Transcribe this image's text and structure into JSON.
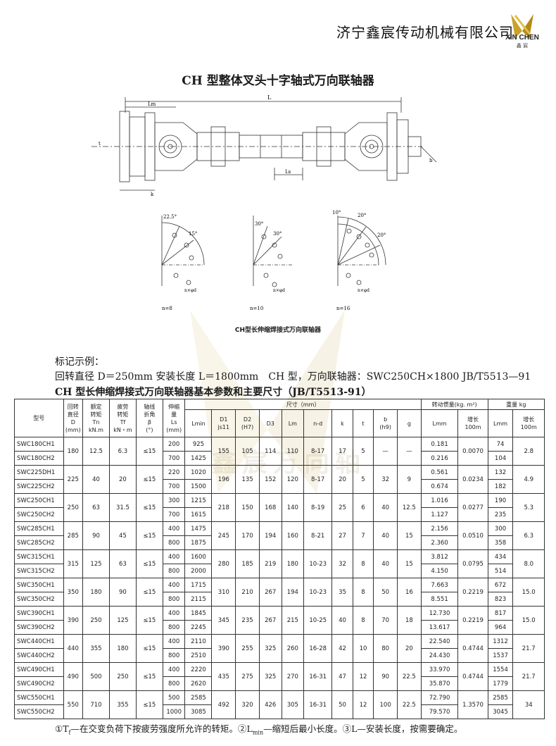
{
  "header": {
    "company": "济宁鑫宸传动机械有限公司",
    "logo_text": "XIN CHEN",
    "logo_sub": "鑫 宸",
    "brand_color": "#c9a227"
  },
  "title": "CH 型整体叉头十字轴式万向联轴器",
  "figure_caption": "CH型长伸缩焊接式万向联轴器",
  "drawing_labels": {
    "L": "L",
    "Lm": "Lm",
    "Ls": "Ls",
    "k": "k",
    "t": "t",
    "b": "b",
    "n8": "n=8",
    "n10": "n=10",
    "n16": "n=16",
    "ang1": "22.5°",
    "ang2": "15°",
    "ang3": "30°",
    "ang4": "30°",
    "ang5": "10°",
    "ang6": "20°",
    "ang7": "20°",
    "holes": "n×φd"
  },
  "marking": {
    "label": "标记示例：",
    "text": "回转直径 D＝250mm 安装长度 L＝1800mm　CH 型，万向联轴器：SWC250CH×1800 JB/T5513—91"
  },
  "table_title": "CH 型长伸缩焊接式万向联轴器基本参数和主要尺寸（JB/T5513-91）",
  "table": {
    "headers": {
      "model": "型号",
      "D": [
        "回转",
        "直径",
        "D",
        "(mm)"
      ],
      "Tn": [
        "额定",
        "转矩",
        "Tn",
        "kN.m"
      ],
      "Tf": [
        "疲劳",
        "转矩",
        "Tf",
        "kN・m"
      ],
      "beta": [
        "轴线",
        "折角",
        "β",
        "(°)"
      ],
      "Ls": [
        "伸缩",
        "量",
        "Ls",
        "(mm)"
      ],
      "dims": "尺寸（mm）",
      "Lmin": "Lmin",
      "D1": [
        "D1",
        "js11"
      ],
      "D2": [
        "D2",
        "(H7)"
      ],
      "D3": "D3",
      "Lm": "Lm",
      "nd": "n-d",
      "k": "k",
      "t": "t",
      "b": [
        "b",
        "(h9)"
      ],
      "g": "g",
      "inertia": "转动惯量(kg. m²)",
      "inertia_Lmm": "Lmm",
      "inertia_inc": [
        "增长",
        "100m"
      ],
      "weight": "重量 kg",
      "weight_Lmm": "Lmm",
      "weight_inc": [
        "增长",
        "100m"
      ]
    },
    "groups": [
      {
        "D": "180",
        "Tn": "12.5",
        "Tf": "6.3",
        "beta": "≤15",
        "D1": "155",
        "D2": "105",
        "D3": "114",
        "Lm": "110",
        "nd": "8-17",
        "k": "17",
        "t": "5",
        "b": "—",
        "g": "—",
        "inertia_inc": "0.0070",
        "weight_inc": "2.8",
        "rows": [
          {
            "model": "SWC180CH1",
            "Ls": "200",
            "Lmin": "925",
            "inertia": "0.181",
            "weight": "74"
          },
          {
            "model": "SWC180CH2",
            "Ls": "700",
            "Lmin": "1425",
            "inertia": "0.216",
            "weight": "104"
          }
        ]
      },
      {
        "D": "225",
        "Tn": "40",
        "Tf": "20",
        "beta": "≤15",
        "D1": "196",
        "D2": "135",
        "D3": "152",
        "Lm": "120",
        "nd": "8-17",
        "k": "20",
        "t": "5",
        "b": "32",
        "g": "9",
        "inertia_inc": "0.0234",
        "weight_inc": "4.9",
        "rows": [
          {
            "model": "SWC225DH1",
            "Ls": "220",
            "Lmin": "1020",
            "inertia": "0.561",
            "weight": "132"
          },
          {
            "model": "SWC225CH2",
            "Ls": "700",
            "Lmin": "1500",
            "inertia": "0.674",
            "weight": "182"
          }
        ]
      },
      {
        "D": "250",
        "Tn": "63",
        "Tf": "31.5",
        "beta": "≤15",
        "D1": "218",
        "D2": "150",
        "D3": "168",
        "Lm": "140",
        "nd": "8-19",
        "k": "25",
        "t": "6",
        "b": "40",
        "g": "12.5",
        "inertia_inc": "0.0277",
        "weight_inc": "5.3",
        "rows": [
          {
            "model": "SWC250CH1",
            "Ls": "300",
            "Lmin": "1215",
            "inertia": "1.016",
            "weight": "190"
          },
          {
            "model": "SWC250CH2",
            "Ls": "700",
            "Lmin": "1615",
            "inertia": "1.127",
            "weight": "235"
          }
        ]
      },
      {
        "D": "285",
        "Tn": "90",
        "Tf": "45",
        "beta": "≤15",
        "D1": "245",
        "D2": "170",
        "D3": "194",
        "Lm": "160",
        "nd": "8-21",
        "k": "27",
        "t": "7",
        "b": "40",
        "g": "15",
        "inertia_inc": "0.0510",
        "weight_inc": "6.3",
        "rows": [
          {
            "model": "SWC285CH1",
            "Ls": "400",
            "Lmin": "1475",
            "inertia": "2.156",
            "weight": "300"
          },
          {
            "model": "SWC285CH2",
            "Ls": "800",
            "Lmin": "1875",
            "inertia": "2.360",
            "weight": "358"
          }
        ]
      },
      {
        "D": "315",
        "Tn": "125",
        "Tf": "63",
        "beta": "≤15",
        "D1": "280",
        "D2": "185",
        "D3": "219",
        "Lm": "180",
        "nd": "10-23",
        "k": "32",
        "t": "8",
        "b": "40",
        "g": "15",
        "inertia_inc": "0.0795",
        "weight_inc": "8.0",
        "rows": [
          {
            "model": "SWC315CH1",
            "Ls": "400",
            "Lmin": "1600",
            "inertia": "3.812",
            "weight": "434"
          },
          {
            "model": "SWC315CH2",
            "Ls": "800",
            "Lmin": "2000",
            "inertia": "4.150",
            "weight": "514"
          }
        ]
      },
      {
        "D": "350",
        "Tn": "180",
        "Tf": "90",
        "beta": "≤15",
        "D1": "310",
        "D2": "210",
        "D3": "267",
        "Lm": "194",
        "nd": "10-23",
        "k": "35",
        "t": "8",
        "b": "50",
        "g": "16",
        "inertia_inc": "0.2219",
        "weight_inc": "15.0",
        "rows": [
          {
            "model": "SWC350CH1",
            "Ls": "400",
            "Lmin": "1715",
            "inertia": "7.663",
            "weight": "672"
          },
          {
            "model": "SWC350CH2",
            "Ls": "800",
            "Lmin": "2115",
            "inertia": "8.551",
            "weight": "823"
          }
        ]
      },
      {
        "D": "390",
        "Tn": "250",
        "Tf": "125",
        "beta": "≤15",
        "D1": "345",
        "D2": "235",
        "D3": "267",
        "Lm": "215",
        "nd": "10-25",
        "k": "40",
        "t": "8",
        "b": "70",
        "g": "18",
        "inertia_inc": "0.2219",
        "weight_inc": "15.0",
        "rows": [
          {
            "model": "SWC390CH1",
            "Ls": "400",
            "Lmin": "1845",
            "inertia": "12.730",
            "weight": "817"
          },
          {
            "model": "SWC390CH2",
            "Ls": "800",
            "Lmin": "2245",
            "inertia": "13.617",
            "weight": "964"
          }
        ]
      },
      {
        "D": "440",
        "Tn": "355",
        "Tf": "180",
        "beta": "≤15",
        "D1": "390",
        "D2": "255",
        "D3": "325",
        "Lm": "260",
        "nd": "16-28",
        "k": "42",
        "t": "10",
        "b": "80",
        "g": "20",
        "inertia_inc": "0.4744",
        "weight_inc": "21.7",
        "rows": [
          {
            "model": "SWC440CH1",
            "Ls": "400",
            "Lmin": "2110",
            "inertia": "22.540",
            "weight": "1312"
          },
          {
            "model": "SWC440CH2",
            "Ls": "800",
            "Lmin": "2510",
            "inertia": "24.430",
            "weight": "1537"
          }
        ]
      },
      {
        "D": "490",
        "Tn": "500",
        "Tf": "250",
        "beta": "≤15",
        "D1": "435",
        "D2": "275",
        "D3": "325",
        "Lm": "270",
        "nd": "16-31",
        "k": "47",
        "t": "12",
        "b": "90",
        "g": "22.5",
        "inertia_inc": "0.4744",
        "weight_inc": "21.7",
        "rows": [
          {
            "model": "SWC490CH1",
            "Ls": "400",
            "Lmin": "2220",
            "inertia": "33.970",
            "weight": "1554"
          },
          {
            "model": "SWC490CH2",
            "Ls": "800",
            "Lmin": "2620",
            "inertia": "35.870",
            "weight": "1779"
          }
        ]
      },
      {
        "D": "550",
        "Tn": "710",
        "Tf": "355",
        "beta": "≤15",
        "D1": "492",
        "D2": "320",
        "D3": "426",
        "Lm": "305",
        "nd": "16-31",
        "k": "50",
        "t": "12",
        "b": "100",
        "g": "22.5",
        "inertia_inc": "1.3570",
        "weight_inc": "34",
        "rows": [
          {
            "model": "SWC550CH1",
            "Ls": "500",
            "Lmin": "2585",
            "inertia": "72.790",
            "weight": "2585"
          },
          {
            "model": "SWC550CH2",
            "Ls": "1000",
            "Lmin": "3085",
            "inertia": "79.570",
            "weight": "3045"
          }
        ]
      }
    ]
  },
  "footnote": {
    "p1": "①T",
    "p1_sub": "f",
    "p2": "—在交变负荷下按疲劳强度所允许的转矩。②L",
    "p2_sub": "min",
    "p3": "—缩短后最小长度。③L—安装长度，按需要确定。"
  },
  "watermark_text": "鑫宸万向轴"
}
